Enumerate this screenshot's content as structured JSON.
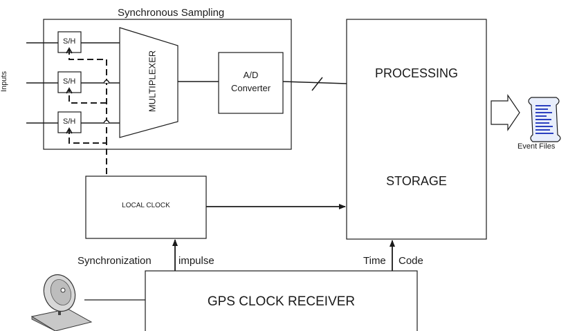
{
  "diagram": {
    "sync_group_title": "Synchronous Sampling",
    "inputs_label": "Inputs",
    "sample_hold_label": "S/H",
    "multiplexer_label": "MULTIPLEXER",
    "adc_line1": "A/D",
    "adc_line2": "Converter",
    "processing_label": "PROCESSING",
    "storage_label": "STORAGE",
    "event_files_label": "Event Files",
    "local_clock_label": "LOCAL CLOCK",
    "sync_label_1": "Synchronization",
    "sync_label_2": "impulse",
    "time_label": "Time",
    "code_label": "Code",
    "gps_label": "GPS CLOCK RECEIVER"
  },
  "colors": {
    "line": "#1a1a1a",
    "doc_lines": "#2a3fbf",
    "doc_fill": "#e8eefb",
    "antenna_body": "#d8d8d8"
  }
}
